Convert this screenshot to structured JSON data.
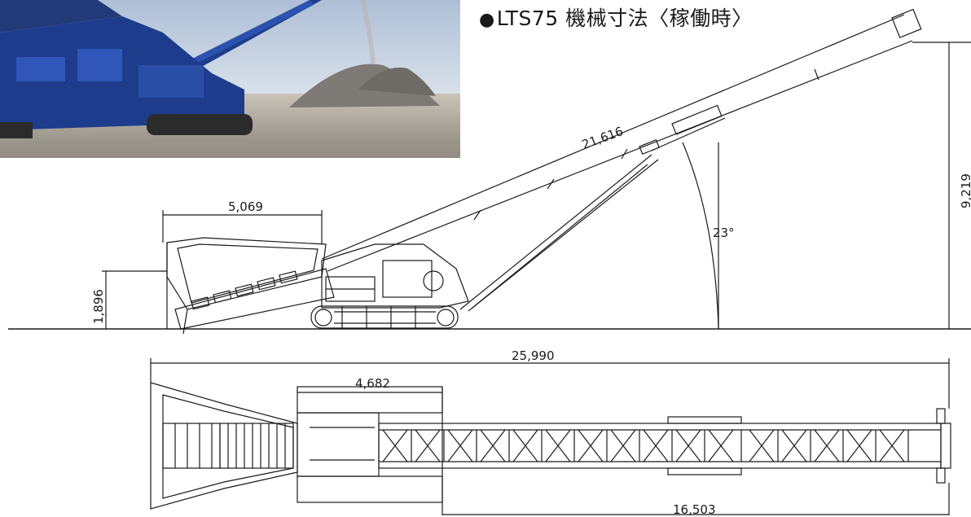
{
  "title": {
    "bullet": "●",
    "text": "LTS75 機械寸法〈稼働時〉"
  },
  "dimensions": {
    "boom_length": "21,616",
    "hopper_length": "5,069",
    "hopper_height": "1,896",
    "angle": "23°",
    "discharge_height": "9,219",
    "overall_length": "25,990",
    "track_length": "4,682",
    "boom_reach": "16,503"
  },
  "colors": {
    "machine_blue": "#1e3c8c",
    "line": "#1a1a1a",
    "sky": "#c9d7e6",
    "gravel": "#8e8a84"
  }
}
